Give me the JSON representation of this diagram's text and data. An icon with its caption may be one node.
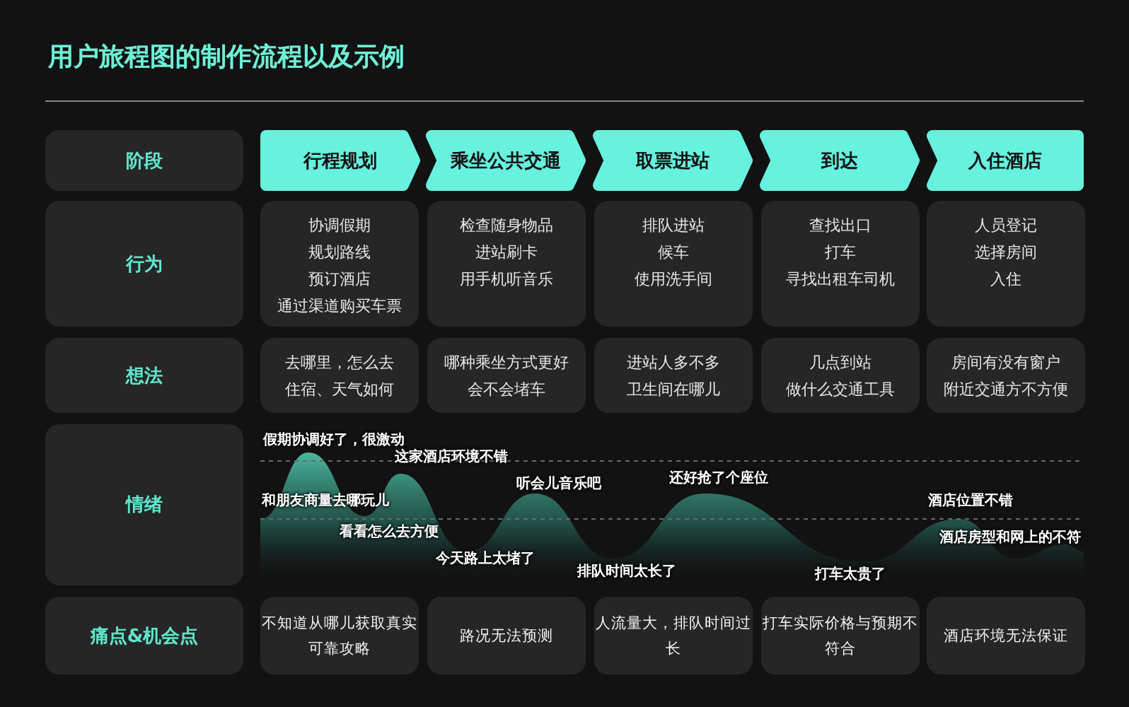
{
  "diagram": {
    "title": "用户旅程图的制作流程以及示例",
    "nodes": [
      {
        "text": [
          "阶段"
        ]
      },
      {
        "text": [
          "行程规划"
        ]
      },
      {
        "text": [
          "乘坐公共交通"
        ]
      },
      {
        "text": [
          "取票进站"
        ]
      },
      {
        "text": [
          "到达"
        ]
      },
      {
        "text": [
          "入住酒店"
        ]
      },
      {
        "text": [
          "行为"
        ]
      },
      {
        "text": [
          "协调假期",
          "规划路线",
          "预订酒店",
          "通过渠道购买车票"
        ]
      },
      {
        "text": [
          "检查随身物品",
          "进站刷卡",
          "用手机听音乐"
        ]
      },
      {
        "text": [
          "排队进站",
          "候车",
          "使用洗手间"
        ]
      },
      {
        "text": [
          "查找出口",
          "打车",
          "寻找出租车司机"
        ]
      },
      {
        "text": [
          "人员登记",
          "选择房间",
          "入住"
        ]
      },
      {
        "text": [
          "想法"
        ]
      },
      {
        "text": [
          "去哪里，怎么去",
          "住宿、天气如何"
        ]
      },
      {
        "text": [
          "哪种乘坐方式更好",
          "会不会堵车"
        ]
      },
      {
        "text": [
          "进站人多不多",
          "卫生间在哪儿"
        ]
      },
      {
        "text": [
          "几点到站",
          "做什么交通工具"
        ]
      },
      {
        "text": [
          "房间有没有窗户",
          "附近交通方不方便"
        ]
      },
      {
        "text": [
          "情绪"
        ]
      },
      {
        "text": [
          "痛点&机会点"
        ]
      },
      {
        "text": [
          "不知道从哪儿获取真实可靠攻略"
        ]
      },
      {
        "text": [
          "路况无法预测"
        ]
      },
      {
        "text": [
          "人流量大，排队时间过长"
        ]
      },
      {
        "text": [
          "打车实际价格与预期不符合"
        ]
      },
      {
        "text": [
          "酒店环境无法保证"
        ]
      }
    ],
    "labels": [
      "假期协调好了，很激动",
      "和朋友商量去哪玩儿",
      "看看怎么去方便",
      "这家酒店环境不错",
      "今天路上太堵了",
      "听会儿音乐吧",
      "排队时间太长了",
      "还好抢了个座位",
      "打车太贵了",
      "酒店位置不错",
      "酒店房型和网上的不符"
    ]
  }
}
